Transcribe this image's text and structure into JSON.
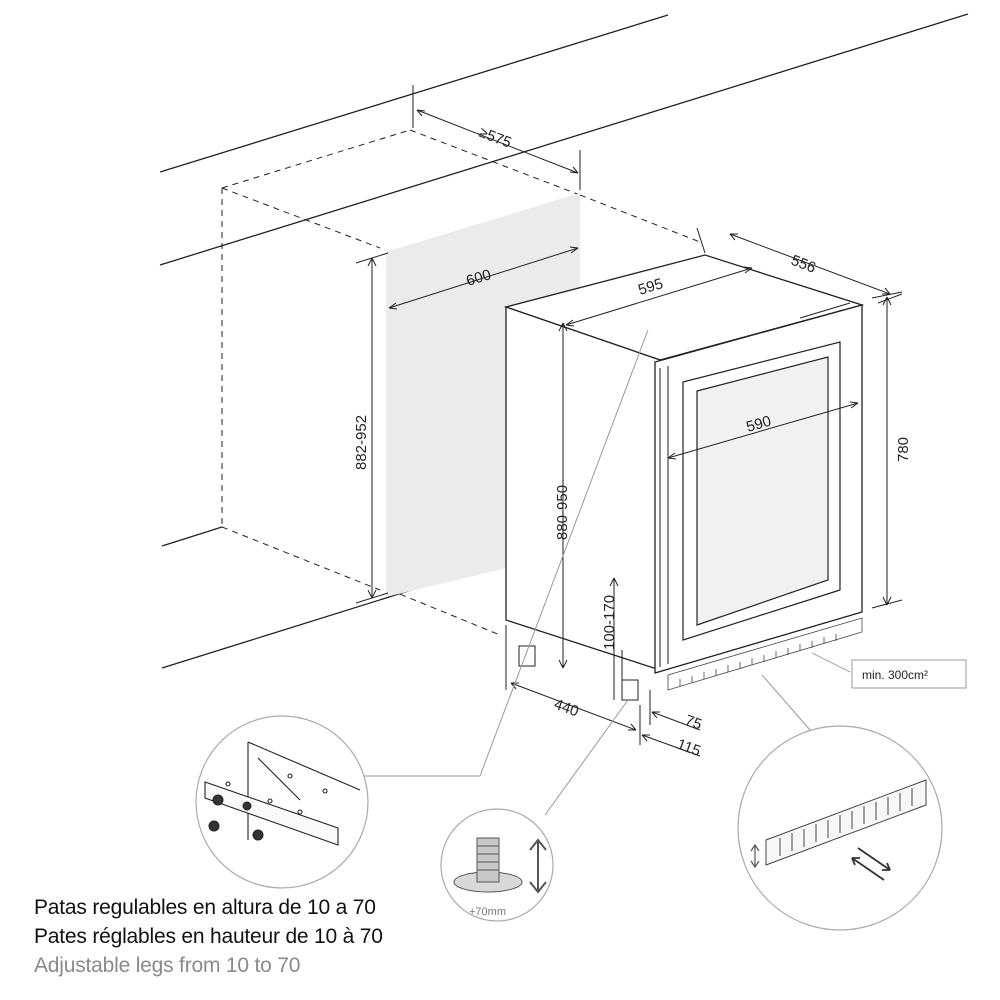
{
  "dimensions": {
    "depth_min": "≥575",
    "niche_width": "600",
    "niche_height": "882-952",
    "unit_width": "595",
    "unit_depth": "556",
    "door_width": "590",
    "unit_height": "780",
    "total_height": "880-950",
    "plinth_height": "100-170",
    "leg_setback": "440",
    "front_75": "75",
    "front_115": "115"
  },
  "ventilation_note": "min. 300cm²",
  "leg_callout_label": "+70mm",
  "captions": {
    "spanish": "Patas regulables en altura de 10 a 70",
    "french": "Pates réglables en hauteur de 10 à 70",
    "english": "Adjustable legs from 10 to 70"
  },
  "colors": {
    "line": "#222222",
    "niche_fill": "#ebebeb",
    "door_glass": "#d9d9d9",
    "caption_secondary": "#8a8a8a"
  }
}
